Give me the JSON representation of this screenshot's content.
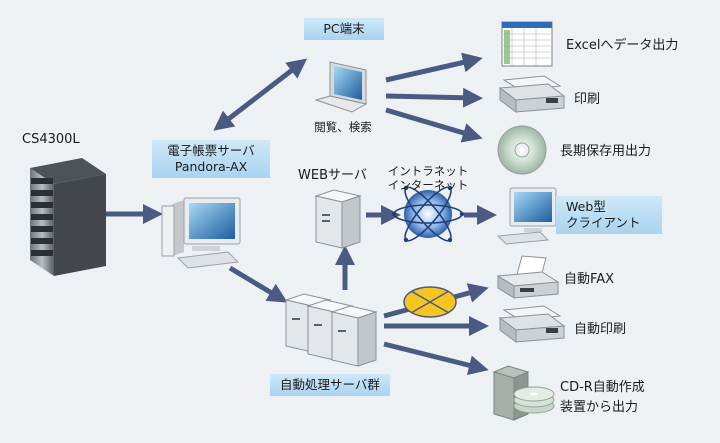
{
  "nodes": {
    "cs4300l": "CS4300L",
    "pandora_ax": {
      "line1": "電子帳票サーバ",
      "line2": "Pandora-AX"
    },
    "pc_terminal": "PC端末",
    "pc_caption": "閲覧、検索",
    "web_server": "WEBサーバ",
    "network": {
      "line1": "イントラネット",
      "line2": "インターネット"
    },
    "auto_servers": "自動処理サーバ群"
  },
  "outputs": {
    "excel": "Excelへデータ出力",
    "print": "印刷",
    "archive": "長期保存用出力",
    "web_client": {
      "line1": "Web型",
      "line2": "クライアント"
    },
    "auto_fax": "自動FAX",
    "auto_print": "自動印刷",
    "cdr": {
      "line1": "CD-R自動作成",
      "line2": "装置から出力"
    }
  },
  "colors": {
    "arrow": "#4a5a82",
    "label_box": "#b8dcf4",
    "background": "#eef1f4"
  },
  "icons": [
    "server-rack-icon",
    "laptop-icon",
    "desktop-pc-icon",
    "spreadsheet-icon",
    "printer-icon",
    "cd-disc-icon",
    "globe-network-icon",
    "tower-server-icon",
    "fax-icon",
    "cd-writer-icon",
    "envelope-line-icon"
  ]
}
